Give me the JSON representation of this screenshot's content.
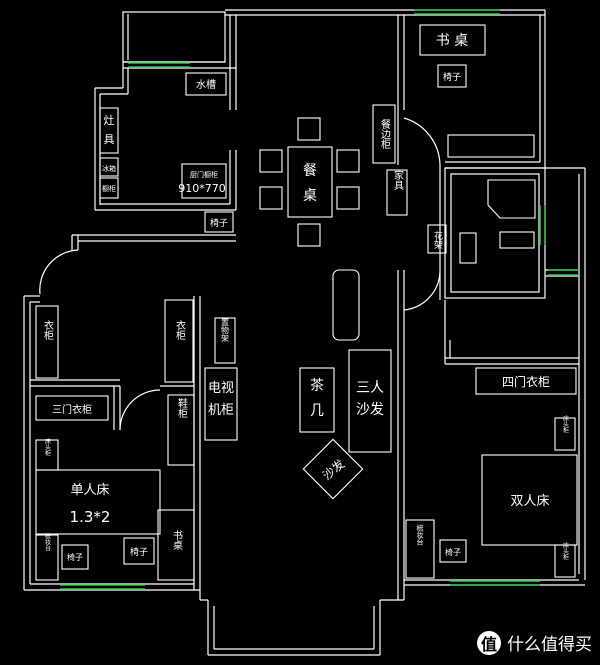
{
  "rooms": {
    "desk_top_right": "书 桌",
    "chair_top_right": "椅子",
    "sink": "水槽",
    "stove_left": "灶",
    "stove_right": "具",
    "fridge": "冰箱",
    "cabinet_small": "橱柜",
    "counter": "厨门橱柜",
    "counter_dim": "910*770",
    "chair_kitchen": "椅子",
    "dining_table_top": "餐",
    "dining_table_bottom": "桌",
    "sideboard": "餐边柜",
    "home_appliance": "家具",
    "flower_rack": "花架",
    "wardrobe_left": "衣柜",
    "wardrobe_middle": "衣柜",
    "storage": "置物架",
    "tv_cabinet_1": "电视",
    "tv_cabinet_2": "机柜",
    "three_door_wardrobe": "三门衣柜",
    "shoe_cabinet": "鞋柜",
    "single_bed_1": "单人床",
    "single_bed_2": "1.3*2",
    "bedside_left": "床头柜",
    "desk_left": "书桌",
    "chair_left_1": "椅子",
    "chair_left_2": "椅子",
    "dresser_left": "梳妆台",
    "tea_table_1": "茶",
    "tea_table_2": "几",
    "sofa_1": "三人",
    "sofa_2": "沙发",
    "single_sofa": "沙发",
    "four_door_wardrobe": "四门衣柜",
    "bedside_r1": "床头柜",
    "bedside_r2": "床头柜",
    "double_bed": "双人床",
    "dresser_right": "梳妆台",
    "chair_right": "椅子"
  },
  "watermark": {
    "icon_letter": "值",
    "text": "什么值得买"
  },
  "colors": {
    "wall": "#ffffff",
    "window": "#2fbf4a",
    "background": "#000000"
  }
}
